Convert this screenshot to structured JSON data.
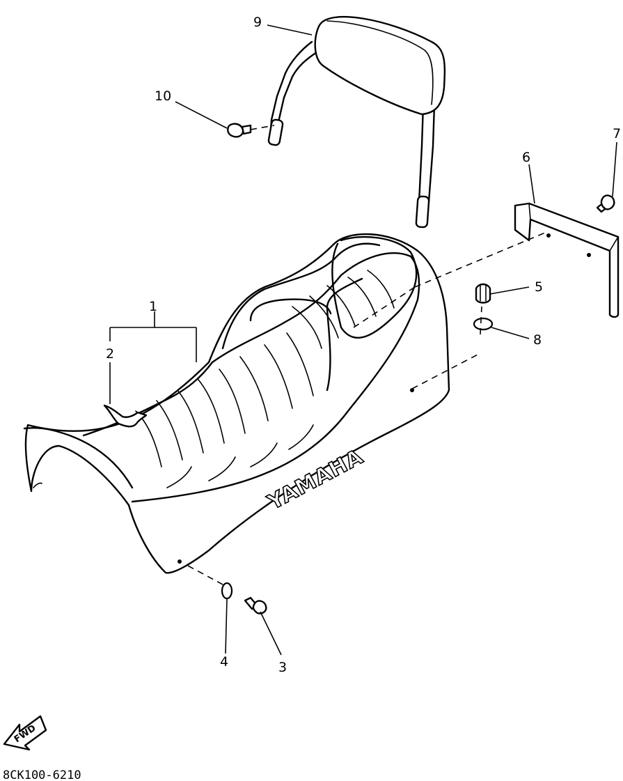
{
  "diagram": {
    "callouts": [
      {
        "id": "c1",
        "label": "1"
      },
      {
        "id": "c2",
        "label": "2"
      },
      {
        "id": "c3",
        "label": "3"
      },
      {
        "id": "c4",
        "label": "4"
      },
      {
        "id": "c5",
        "label": "5"
      },
      {
        "id": "c6",
        "label": "6"
      },
      {
        "id": "c7",
        "label": "7"
      },
      {
        "id": "c8",
        "label": "8"
      },
      {
        "id": "c9",
        "label": "9"
      },
      {
        "id": "c10",
        "label": "10"
      }
    ],
    "brand_text": "YAMAHA",
    "direction_badge": "FWD",
    "figure_code": "8CK100-6210"
  }
}
